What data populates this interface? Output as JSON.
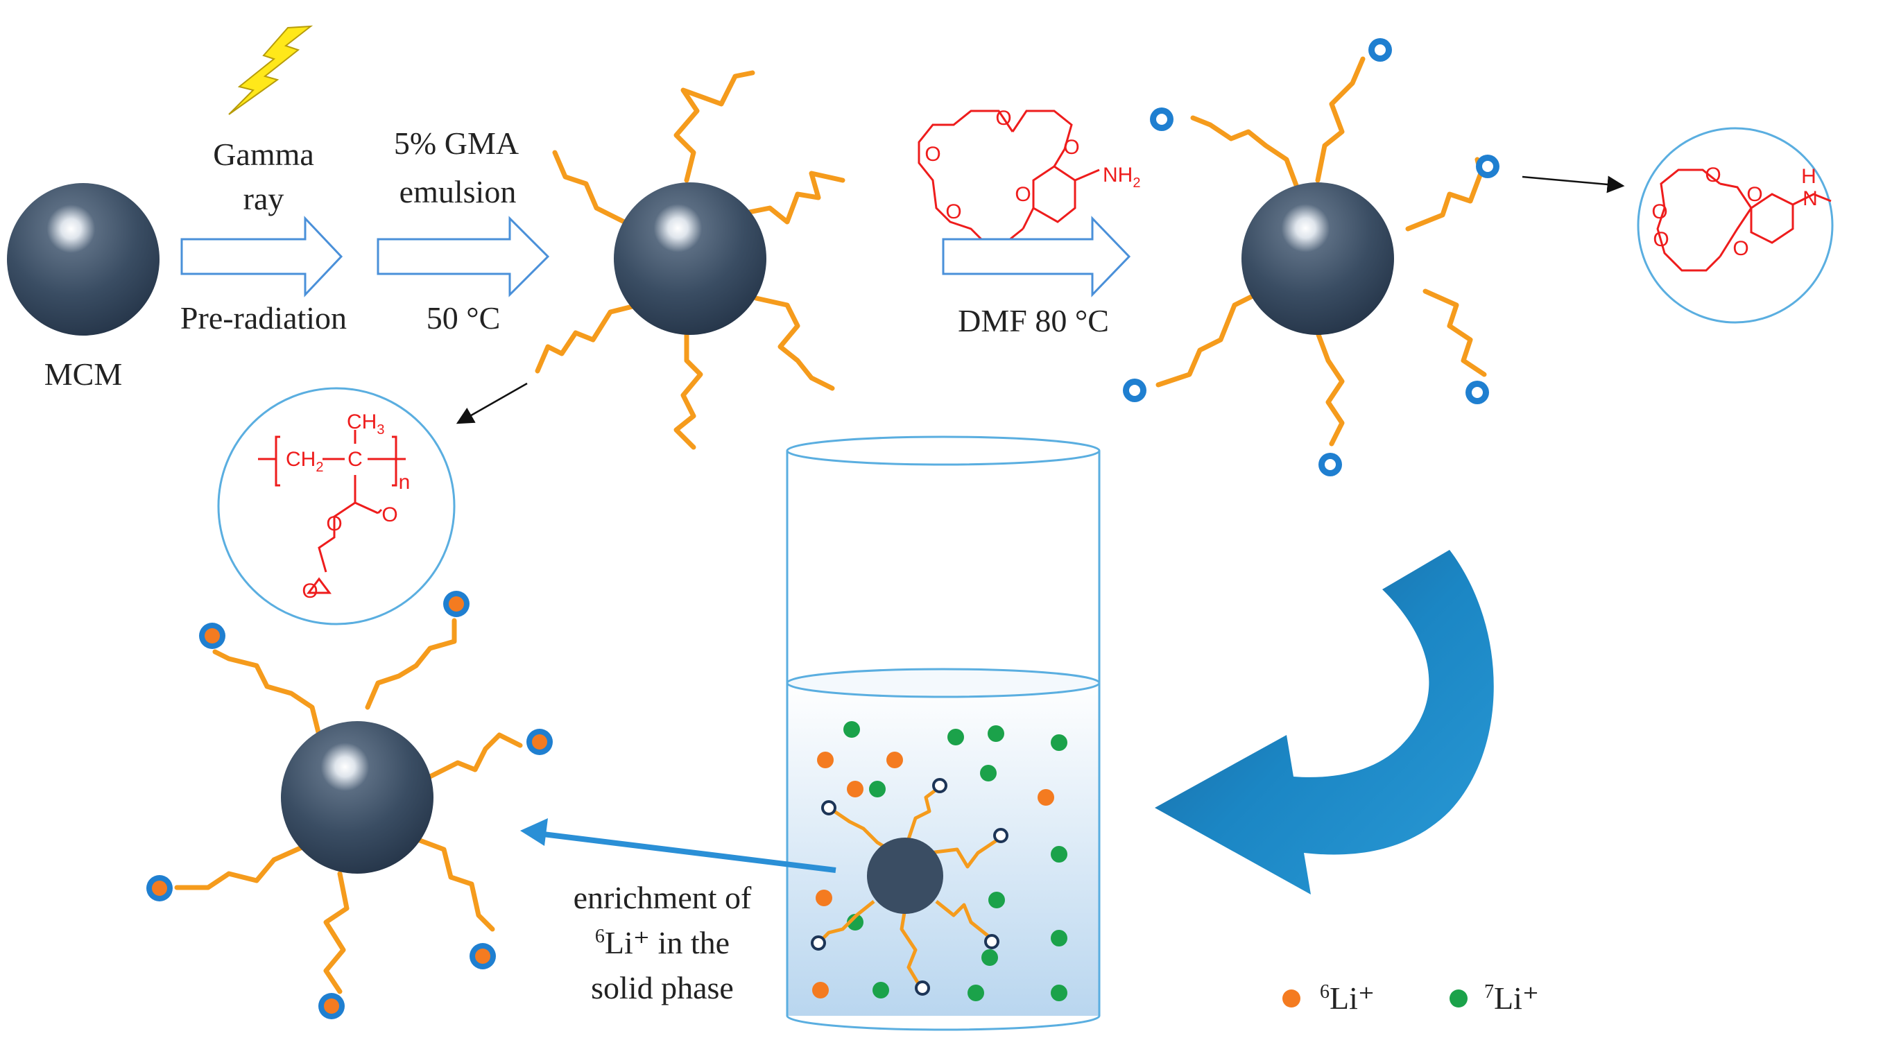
{
  "diagram": {
    "labels": {
      "mcm": "MCM",
      "gamma_line1": "Gamma",
      "gamma_line2": "ray",
      "pre_radiation": "Pre-radiation",
      "gma_line1": "5% GMA",
      "gma_line2": "emulsion",
      "temp_50": "50 °C",
      "dmf": "DMF 80 °C",
      "enrich_line1": "enrichment of",
      "enrich_line2_sup": "6",
      "enrich_line2_rest": "Li⁺ in the",
      "enrich_line3": "solid phase"
    },
    "chem": {
      "nh2": "NH",
      "nh2_sub": "2",
      "ch3": "CH",
      "ch3_sub": "3",
      "ch2": "CH",
      "ch2_sub": "2",
      "c_atom": "C",
      "n_sub": "n",
      "o_atom": "O",
      "nh_atom": "N",
      "h_atom": "H"
    },
    "legend": [
      {
        "mass": "6",
        "ion": "Li⁺",
        "color": "#f47b20"
      },
      {
        "mass": "7",
        "ion": "Li⁺",
        "color": "#1ba24a"
      }
    ],
    "colors": {
      "particle": "#3a4d63",
      "chain": "#f59b1c",
      "crown": "#1f7fd0",
      "chem": "#ee1c1c",
      "arrow_outline": "#4a90d9",
      "big_arrow": "#1b86c4",
      "circle_outline": "#5aaee0"
    }
  }
}
